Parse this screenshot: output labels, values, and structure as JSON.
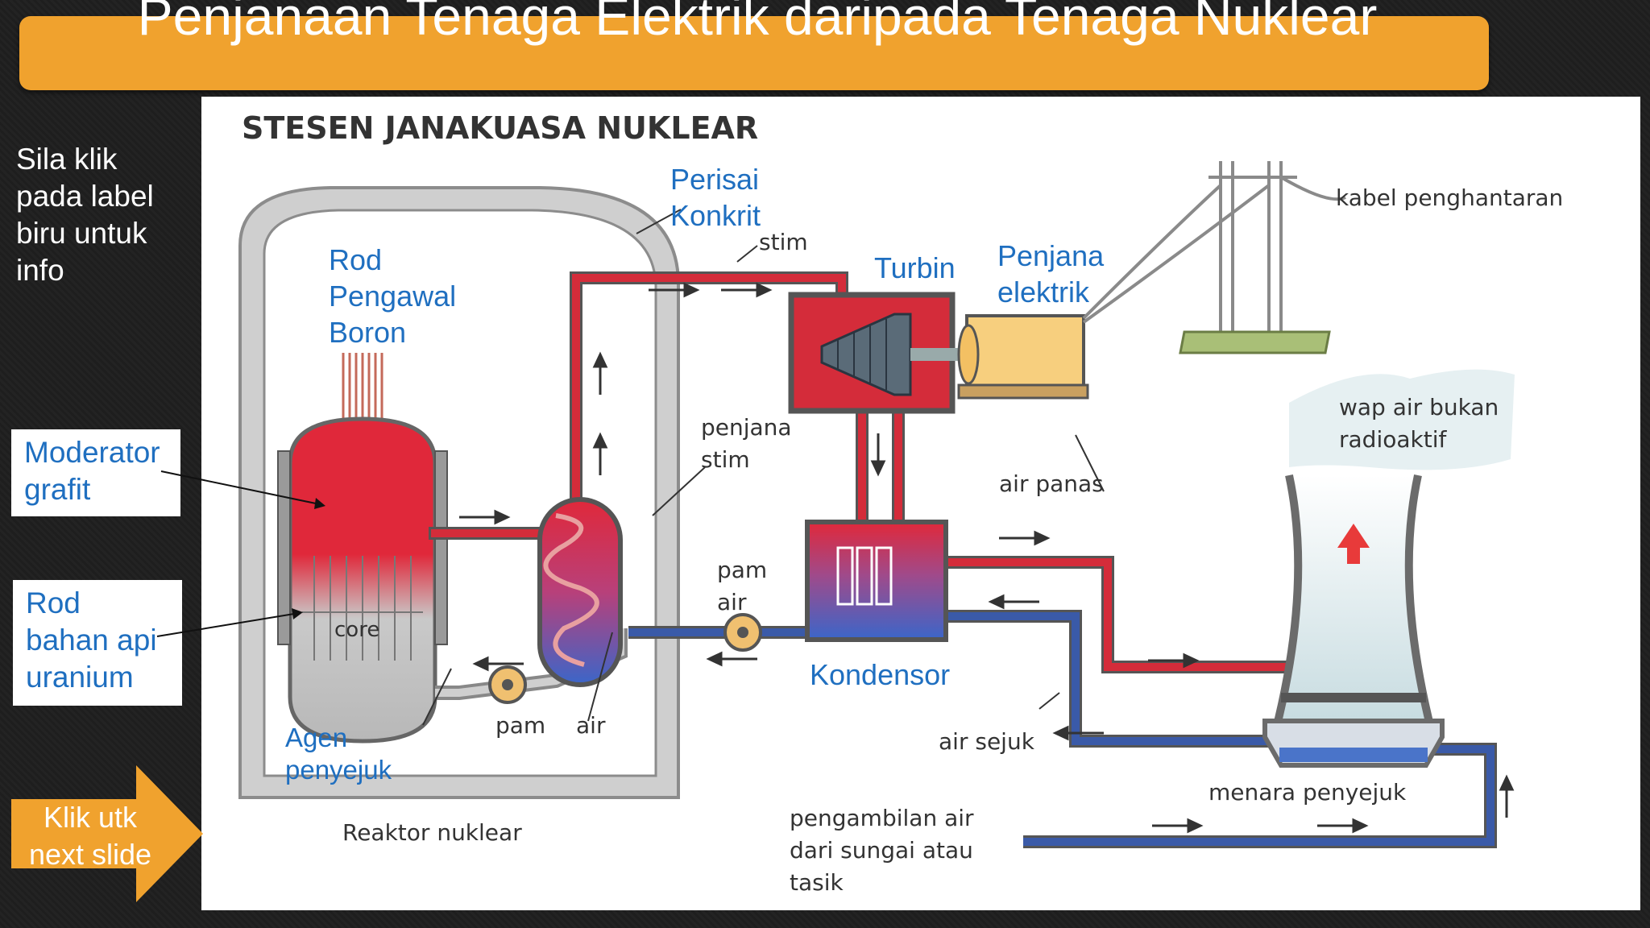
{
  "title": "Penjanaan Tenaga Elektrik daripada Tenaga Nuklear",
  "side_note": "Sila klik pada label biru untuk info",
  "labels": {
    "moderator": [
      "Moderator",
      "grafit"
    ],
    "rod_uranium": [
      "Rod",
      "bahan api",
      "uranium"
    ]
  },
  "next_button": [
    "Klik utk",
    "next slide"
  ],
  "diagram": {
    "heading": "STESEN JANAKUASA NUKLEAR",
    "blue_labels": {
      "perisai": [
        "Perisai",
        "Konkrit"
      ],
      "rod_boron": [
        "Rod",
        "Pengawal",
        "Boron"
      ],
      "turbin": "Turbin",
      "penjana": [
        "Penjana",
        "elektrik"
      ],
      "kondensor": "Kondensor",
      "agen": [
        "Agen",
        "penyejuk"
      ]
    },
    "gray_labels": {
      "stim": "stim",
      "penjana_stim": [
        "penjana",
        "stim"
      ],
      "kabel": "kabel penghantaran",
      "wap_air": [
        "wap air bukan",
        "radioaktif"
      ],
      "air_panas": "air panas",
      "pam_air_top": [
        "pam",
        "air"
      ],
      "pam": "pam",
      "air": "air",
      "air_sejuk": "air sejuk",
      "menara": "menara penyejuk",
      "pengambilan": [
        "pengambilan air",
        "dari sungai atau",
        "tasik"
      ],
      "reaktor": "Reaktor nuklear",
      "core": "core"
    }
  },
  "colors": {
    "accent": "#f0a22e",
    "label_blue": "#1f6fc0",
    "hot_pipe": "#d42c3a",
    "cold_pipe": "#3a5aa8"
  }
}
